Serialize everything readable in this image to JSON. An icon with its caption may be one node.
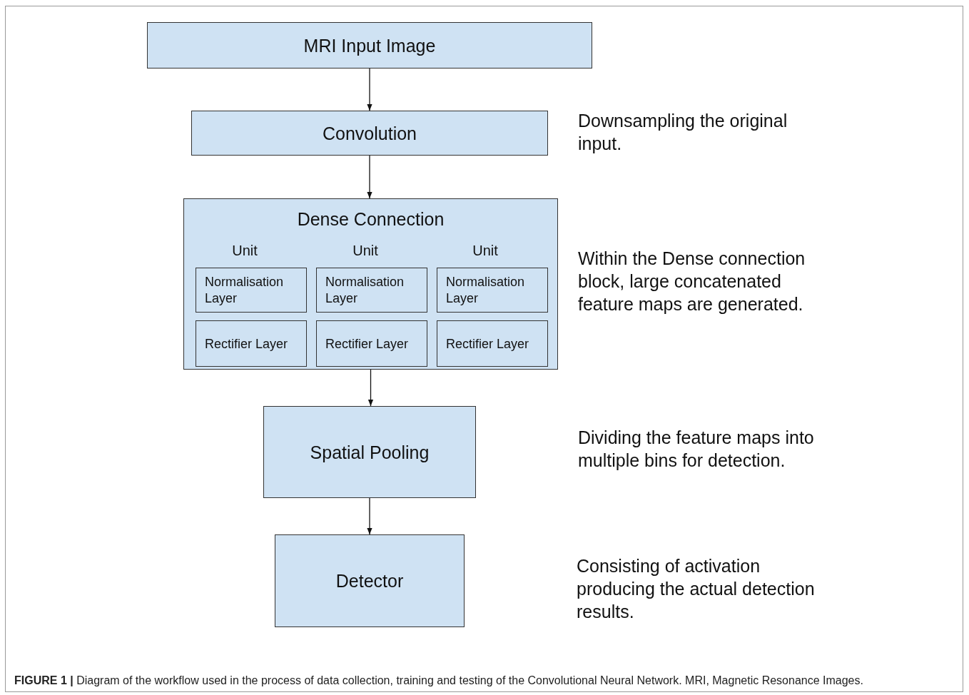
{
  "diagram": {
    "caption": "**FIGURE 1 |** Diagram of the workflow used in the process of data collection, training and testing of the Convolutional Neural Network. MRI, Magnetic Resonance Images.",
    "nodes": [
      {
        "text": [
          "MRI Input Image"
        ]
      },
      {
        "text": [
          "Convolution"
        ],
        "beside": [
          "Downsampling the original input."
        ]
      },
      {
        "text": [
          "Dense Connection"
        ],
        "beside": [
          "Within the Dense connection block, large concatenated feature maps are generated."
        ]
      },
      {
        "text": [
          "Normalisation Layer"
        ],
        "in": 2
      },
      {
        "text": [
          "Normalisation Layer"
        ],
        "in": 2
      },
      {
        "text": [
          "Normalisation Layer"
        ],
        "in": 2
      },
      {
        "text": [
          "Rectifier Layer"
        ],
        "in": 2
      },
      {
        "text": [
          "Rectifier Layer"
        ],
        "in": 2
      },
      {
        "text": [
          "Rectifier Layer"
        ],
        "in": 2
      },
      {
        "text": [
          "Spatial Pooling"
        ]
      },
      {
        "text": [
          "Detector"
        ]
      }
    ],
    "edges": [
      {
        "from": 0,
        "to": 1,
        "arrow": "to"
      },
      {
        "from": 1,
        "to": 2,
        "arrow": "to"
      },
      {
        "from": 2,
        "to": 9,
        "arrow": "to"
      },
      {
        "from": 9,
        "to": 10,
        "arrow": "to"
      }
    ],
    "labels": [
      "Unit",
      "Unit",
      "Unit",
      "Dividing the feature maps into multiple bins for detection.",
      "Consisting of activation producing the actual detection results."
    ]
  }
}
